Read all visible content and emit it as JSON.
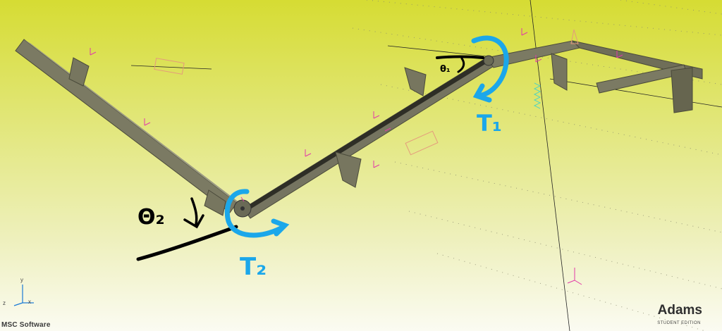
{
  "app": {
    "vendor_logo_text": "MSC Software",
    "product_name": "Adams",
    "product_edition": "STUDENT EDITION"
  },
  "annotations": {
    "theta1": "θ₁",
    "theta2": "Θ₂",
    "torque1": "T₁",
    "torque2": "T₂"
  },
  "triad": {
    "y": "y",
    "z": "z",
    "x": "x"
  },
  "colors": {
    "background_top": "#d6dc33",
    "background_bottom": "#fbfbf2",
    "structure": "#7b7a63",
    "torque_arrow": "#1ba7ea",
    "marker": "#e23aa8",
    "handwriting": "#000000"
  }
}
